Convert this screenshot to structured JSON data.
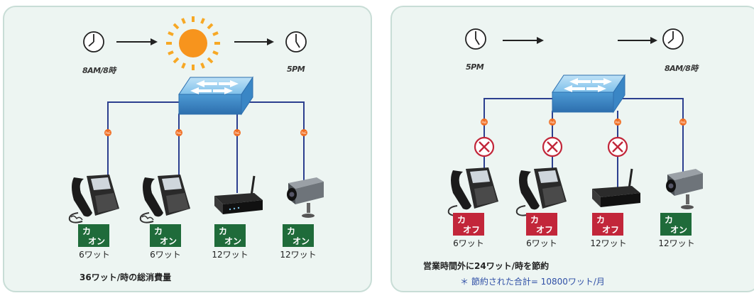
{
  "day": {
    "start_time": "8AM/8時",
    "end_time": "5PM",
    "devices": [
      {
        "type": "ip-phone",
        "status_top": "カ",
        "status_bottom": "オン",
        "state": "on",
        "watt": "6ワット"
      },
      {
        "type": "ip-phone",
        "status_top": "カ",
        "status_bottom": "オン",
        "state": "on",
        "watt": "6ワット"
      },
      {
        "type": "wireless-ap",
        "status_top": "カ",
        "status_bottom": "オン",
        "state": "on",
        "watt": "12ワット"
      },
      {
        "type": "ip-camera",
        "status_top": "カ",
        "status_bottom": "オン",
        "state": "on",
        "watt": "12ワット"
      }
    ],
    "poe_label": "PoE",
    "summary": "36ワット/時の総消費量"
  },
  "night": {
    "start_time": "5PM",
    "end_time": "8AM/8時",
    "devices": [
      {
        "type": "ip-phone",
        "status_top": "カ",
        "status_bottom": "オフ",
        "state": "off",
        "watt": "6ワット"
      },
      {
        "type": "ip-phone",
        "status_top": "カ",
        "status_bottom": "オフ",
        "state": "off",
        "watt": "6ワット"
      },
      {
        "type": "wireless-ap",
        "status_top": "カ",
        "status_bottom": "オフ",
        "state": "off",
        "watt": "12ワット"
      },
      {
        "type": "ip-camera",
        "status_top": "カ",
        "status_bottom": "オン",
        "state": "on",
        "watt": "12ワット"
      }
    ],
    "poe_label": "PoE",
    "summary": "営業時間外に24ワット/時を節約",
    "total": "＊ 節約された合計= 10800ワット/月"
  },
  "colors": {
    "on": "#1f6b3a",
    "off": "#c2263a",
    "cable": "#2c3f8f",
    "poe": "#f06d22",
    "sun": "#f7941d",
    "moon": "#f2c72f",
    "switch": "#5fa9dc"
  },
  "icons": [
    "clock-icon",
    "arrow-right-icon",
    "sun-icon",
    "moon-icon",
    "network-switch-icon",
    "poe-dot-icon",
    "power-off-x-icon",
    "ip-phone-icon",
    "wireless-ap-icon",
    "ip-camera-icon"
  ]
}
